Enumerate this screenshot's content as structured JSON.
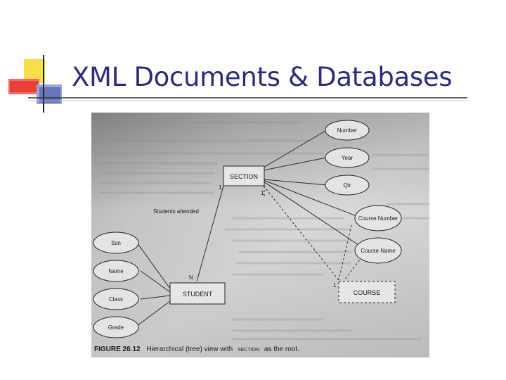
{
  "slide": {
    "title": "XML Documents & Databases"
  },
  "diagram": {
    "root": "SECTION",
    "section_attributes": [
      "Number",
      "Year",
      "Qtr"
    ],
    "course_attributes": [
      "Course Number",
      "Course Name"
    ],
    "student": "STUDENT",
    "student_attributes": [
      "Ssn",
      "Name",
      "Class",
      "Grade"
    ],
    "course": "COURSE",
    "relationship": "Students attended",
    "cardinalities": {
      "section_student_section": "1",
      "section_student_student": "N",
      "section_course_section": "1",
      "section_course_course": "1"
    },
    "figure_label": "FIGURE 26.12",
    "caption_pre": "Hierarchical (tree) view with",
    "caption_key": "SECTION",
    "caption_post": "as the root."
  },
  "colors": {
    "title": "#2a2a86",
    "logo_yellow": "#f5e04a",
    "logo_red": "#e8322e",
    "logo_blue": "#3c4fa8",
    "scan_background": "#cfcfcf"
  }
}
